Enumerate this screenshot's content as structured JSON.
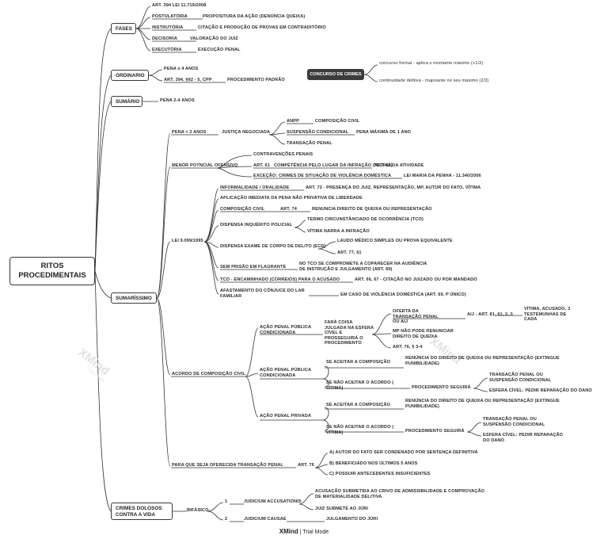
{
  "root": {
    "line1": "RITOS",
    "line2": "PROCEDIMENTAIS"
  },
  "fases": {
    "label": "FASES",
    "lei": "ART. 394 LEI 11.719/2008",
    "postulatoria": "POSTULATÓRIA",
    "postulatoria_desc": "PROPOSITURA DA AÇÃO (DENÚNCIA QUEIXA)",
    "instrutoria": "INSTRUTÓRIA",
    "instrutoria_desc": "CITAÇÃO E PRODUÇÃO DE PROVAS EM CONTRADITÓRIO",
    "decisoria": "DECISORIA",
    "decisoria_desc": "VALORAÇÃO DO JUIZ",
    "executoria": "EXECUTÓRIA",
    "executoria_desc": "EXECUÇÃO PENAL"
  },
  "ordinario": {
    "label": "ORDINARIO",
    "pena": "PENA ≥ 4 ANOS",
    "art": "ART. 394, §§2 - 5, CPP",
    "padrao": "PROCEDIMENTO PADRÃO"
  },
  "concurso": {
    "label": "CONCURSO DE CRIMES",
    "formal": "concurso formal - aplica o montante máximo (+1/2)",
    "continuidade": "continuidade delitiva - majorante no seu máximo (2/3)"
  },
  "sumario": {
    "label": "SUMÁRIO",
    "pena": "PENA 2-4 ANOS"
  },
  "sumarissimo": {
    "label": "SUMARÍSSIMO",
    "pena2": "PENA < 2 ANOS",
    "justica": "JUSTIÇA NEGOCIADA",
    "anpp": "ANPP",
    "composicao_civil": "COMPOSIÇÃO CIVIL",
    "suspensao": "SUSPENSÃO CONDICIONAL",
    "pena_max": "PENA MÁXIMA DE 1 ANO",
    "transacao": "TRANSAÇÃO PENAL",
    "menor": "MENOR POTNCIAL OFENSIVO",
    "contravencoes": "CONTRAVENÇÕES PENAIS",
    "art61": "ART. 61",
    "competencia": "COMPETÊNCIA PELO LUGAR DA INFRAÇÃO (ART. 63)",
    "teoria": "TEORIA DA ATIVIDADE",
    "excecao": "EXCEÇÃO: CRIMES DE SITUAÇÃO DE VIOLÊNCIA DOMÉSTICA",
    "maria": "LEI MARIA DA PENHA - 11.340/2006",
    "lei9099": "LEI 9.099/1995",
    "informalidade": "INFORMALIDADE / ORALIDADE",
    "art72": "ART. 72 - PRESENÇA DO JUIZ, REPRESENTAÇÃO, MP, AUTOR DO FATO, VÍTIMA",
    "aplicacao": "APLICAÇÃO IMEDIATA DA PENA NÃO PRIVATIVA DE LIBERDADE",
    "comp_civil": "COMPOSIÇÃO CIVIL",
    "art74": "ART. 74",
    "renuncia": "RENUNCIA DIREITO DE QUEIXA OU REPRESENTAÇÃO",
    "dispensa_inq": "DISPENSA INQUÉRITO POLICIAL",
    "tco": "TERMO CIRCUNSTÂNCIADO DE OCORRÊNCIA (TCO)",
    "vitima_narra": "VÍTIMA NARRA A INFRAÇÃO",
    "dispensa_exame": "DISPENSA EXAME DE CORPO DE DELITO (ECD)",
    "laudo": "LAUDO MÉDICO SIMPLES OU PROVA EQUIVALENTE",
    "art77": "ART. 77, §1",
    "sem_prisao": "SEM PRISÃO EM FLAGRANTE",
    "nao_tco": "NO TCO SE COMPROMETE A COPARECER NA AUDIÊNCIA DE INSTRUÇÃO E JULGAMENTO (ART. 69)",
    "tco_enc": "TCO - ENCAMINHADO (CORREIOS) PARA O ACUSADO",
    "art66": "ART. 66, 67 - CITAÇÃO NO JUIZADO OU POR MANDADO",
    "afastamento": "AFASTAMENTO DO CÔNJUCE DO LAR FAMILIAR",
    "caso_violencia": "EM CASO DE VIOLÊNCIA DOMÉSTICA (ART. 69, P ÚNICO)",
    "acordo": "ACORDO DE COMPOSIÇÃO CIVIL",
    "apc1": "AÇÃO PENAL PÚBLICA CONDICIONADA",
    "fara": "FARÁ COISA JULGADA NA ESFERA CÍVEL E PROSSEGUIRÁ O PROCEDIMENTO",
    "oferta": "OFERTA DA TRANSAÇÃO PENAL OU AIJ",
    "aij": "AIJ - ART. 81, §1, 2, 3",
    "vitima_acusado": "VÍTIMA, ACUSADO, 3 TESTEMUNHAS DE CADA",
    "mp_nao": "MP NÃO PODE RENUNCIAR DIREITO DE QUEIXA",
    "art76_34": "ART. 76, § 3-4",
    "apc2": "AÇÃO PENAL PÚBLICA CONDICIONADA",
    "se_aceitar1": "SE ACEITAR A COMPOSIÇÃO",
    "renuncia2": "RENÚNCIA DO DIREITO DE QUEIXA OU REPRESENTAÇÃO (EXTINGUE PUNIBILIDADE)",
    "se_nao1": "SE NÃO ACEITAR O ACORDO ( VÍTIMA)",
    "proc_seguira1": "PROCEDIMENTO SEGUIRÁ",
    "transacao2": "TRANSAÇÃO PENAL OU SUSPENSÃO CONDICIONAL",
    "esfera1": "ESFERA CÍVEL: PEDIR REPARAÇÃO DO DANO",
    "acao_privada": "AÇÃO PENAL PRIVADA",
    "se_aceitar2": "SE ACEITAR A COMPOSIÇÃO",
    "renuncia3": "RENÚNCIA DO DIREITO DE QUEIXA OU REPRESENTAÇÃO (EXTINGUE PUNIBILIDADE)",
    "se_nao2": "SE NÃO ACEITAR O ACORDO ( VÍTIMA)",
    "proc_seguira2": "PROCEDIMENTO SEGUIRÁ",
    "transacao3": "TRANSAÇÃO PENAL OU SUSPENSÃO CONDICIONAL",
    "esfera2": "ESFERA CÍVEL: PEDIR REPARAÇÃO DO DANO",
    "para_que": "PARA QUE SEJA OFERECIDA TRANSAÇÃO PENAL",
    "art76": "ART. 76",
    "a": "A) AUTOR DO FATO SER CONDENADO POR SENTENÇA DEFINITIVA",
    "b": "B) BENEFICIADO NOS ÚLTIMOS 5 ANOS",
    "c": "C) POSSUIR ANTECEDENTES INSUFICIENTES"
  },
  "dolosos": {
    "label1": "CRIMES DOLOSOS",
    "label2": "CONTRA A VIDA",
    "bifasico": "BIFÁSICO",
    "n1": "1",
    "accusationis": "JUDICIUM ACCUSATIONIS",
    "acusacao": "ACUSAÇÃO SUBMETIDA AO CRIVO DE ADMISSIBILIDADE E COMPROVAÇÃO DE MATERIALIDADE DELITIVA",
    "juiz_submete": "JUIZ SUBMETE AO JÚRI",
    "n2": "2",
    "causae": "JUDICIUM CAUSAE",
    "julgamento": "JULGAMENTO DO JÚRI"
  },
  "watermark": {
    "brand": "XMind",
    "sub": "Trial Mode"
  },
  "footer": {
    "brand": "XMind",
    "mode": "Trial Mode"
  }
}
